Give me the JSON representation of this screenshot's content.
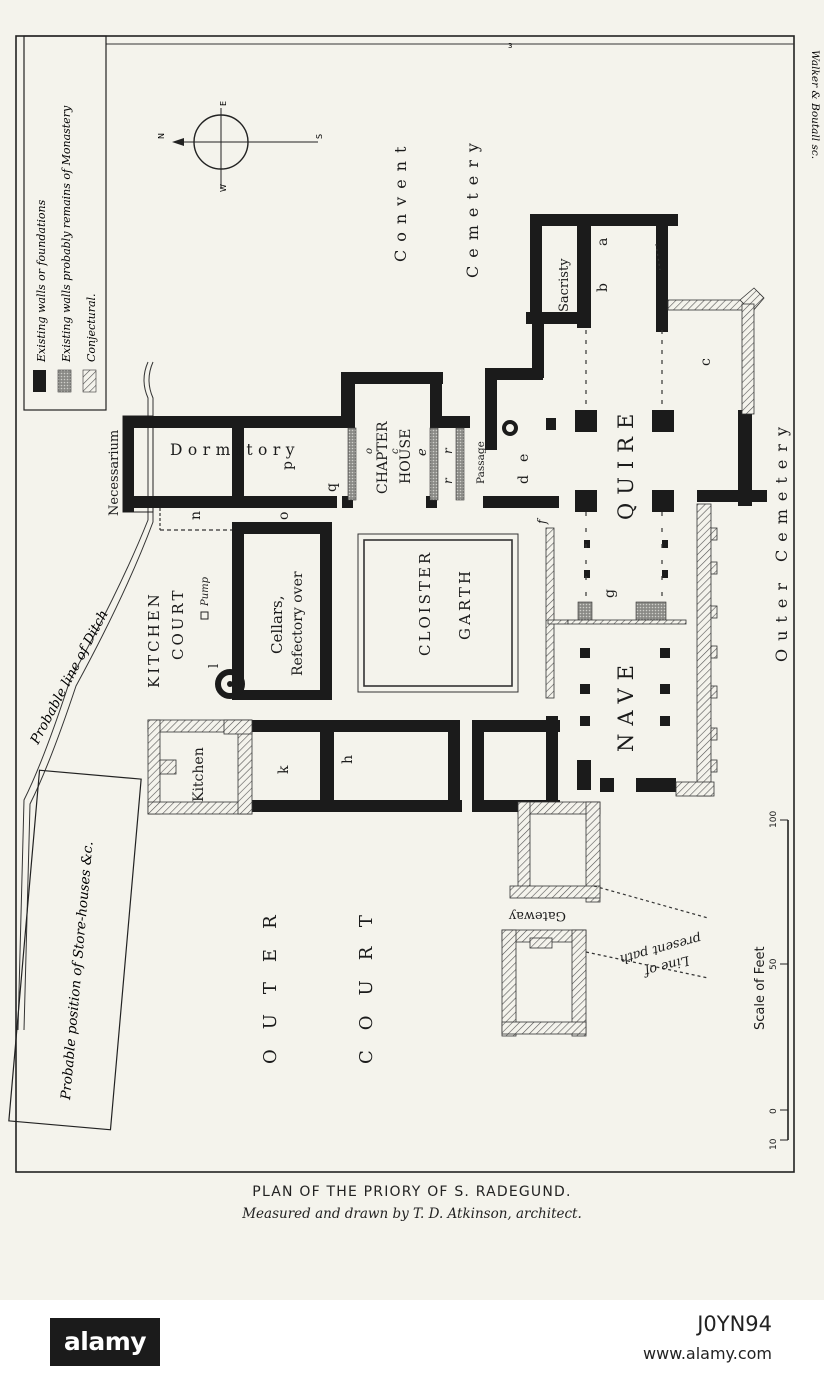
{
  "legend": {
    "items": [
      {
        "label": "Existing walls or foundations",
        "style": "solid"
      },
      {
        "label": "Existing walls probably remains of Monastery",
        "style": "stipple"
      },
      {
        "label": "Conjectural.",
        "style": "hatched"
      }
    ]
  },
  "engraver": "Walker & Boutall sc.",
  "sheet_number": "3",
  "compass": {
    "n": "N",
    "e": "E",
    "s": "S",
    "w": "W"
  },
  "labels": {
    "ditch": "Probable line of Ditch",
    "store_houses": "Probable position of Store-houses &c.",
    "necessarium": "Necessarium",
    "dormitory": "Dormitory",
    "chapter_1": "CHAPTER",
    "chapter_2": "HOUSE",
    "passage": "Passage",
    "sacristy": "Sacristy",
    "convent": "Convent",
    "cemetery_inner": "Cemetery",
    "kitchen_court_1": "KITCHEN",
    "kitchen_court_2": "COURT",
    "pump": "Pump",
    "cellars_1": "Cellars,",
    "cellars_2": "Refectory over",
    "cloister_1": "CLOISTER",
    "cloister_2": "GARTH",
    "quire": "QUIRE",
    "nave": "NAVE",
    "outer_cemetery": "Outer Cemetery",
    "kitchen": "Kitchen",
    "outer_court_1": "OUTER",
    "outer_court_2": "COURT",
    "gateway": "Gateway",
    "present_path_1": "Line of",
    "present_path_2": "present path",
    "scale_title": "Scale of Feet",
    "scale_ticks": [
      "10",
      "0",
      "50",
      "100"
    ],
    "letters": [
      "a",
      "b",
      "c",
      "d",
      "e",
      "e",
      "f",
      "g",
      "h",
      "k",
      "l",
      "n",
      "o",
      "p",
      "q",
      "o",
      "c",
      "r",
      "r"
    ]
  },
  "caption": {
    "title": "PLAN OF THE PRIORY OF S. RADEGUND.",
    "subtitle": "Measured and drawn by T. D. Atkinson, architect."
  },
  "stock": {
    "brand": "alamy",
    "image_id": "J0YN94",
    "url": "www.alamy.com"
  }
}
